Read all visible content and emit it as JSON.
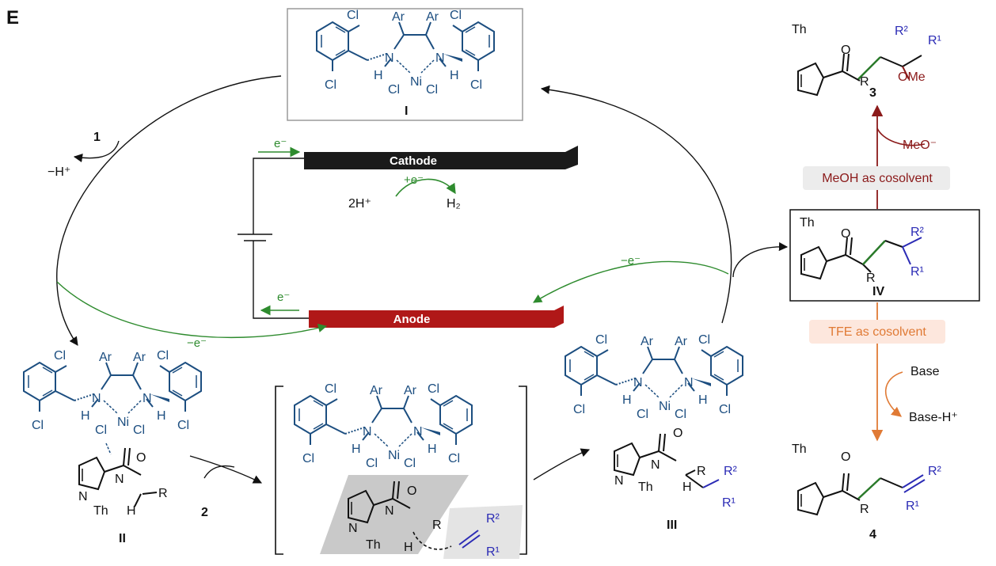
{
  "panel_label": "E",
  "electrodes": {
    "cathode": "Cathode",
    "anode": "Anode",
    "e_minus": "e⁻",
    "minus_e": "−e⁻",
    "plus_e": "+e⁻",
    "two_h_plus": "2H⁺",
    "h2": "H₂"
  },
  "cycle": {
    "reagent1": "1",
    "minus_h": "−H⁺",
    "reagent2": "2",
    "anode_oxidation": "−e⁻",
    "iii_oxidation": "−e⁻"
  },
  "complex_labels": {
    "I": "I",
    "II": "II",
    "III": "III",
    "IV": "IV"
  },
  "atoms": {
    "Cl": "Cl",
    "Ar": "Ar",
    "N": "N",
    "H": "H",
    "Ni": "Ni",
    "O": "O",
    "Th": "Th",
    "R": "R",
    "R1": "R¹",
    "R2": "R²",
    "OMe": "OMe"
  },
  "right_pathway": {
    "product3": "3",
    "product4": "4",
    "meo": "MeO⁻",
    "meoh_box": "MeOH as cosolvent",
    "tfe_box": "TFE as cosolvent",
    "base": "Base",
    "base_h": "Base-H⁺"
  },
  "colors": {
    "ligand_blue": "#1c4e80",
    "green_arrow": "#2e8b2e",
    "cathode": "#1a1a1a",
    "anode": "#b01818",
    "meoh_red": "#8b1a1a",
    "tfe_orange": "#e07a35",
    "alkene_blue": "#2b2bb5",
    "shade": "#c9c9c9"
  }
}
